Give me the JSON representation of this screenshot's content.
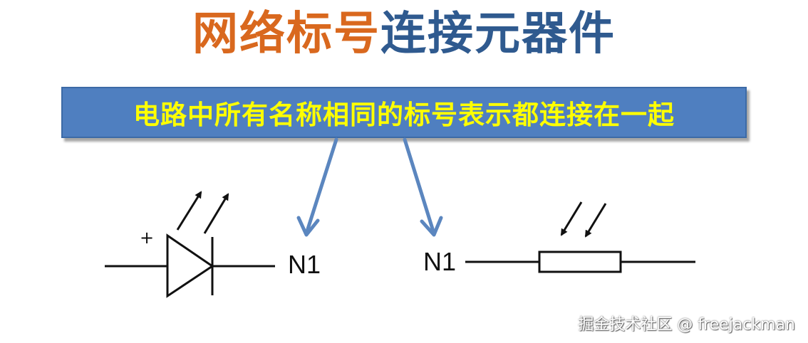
{
  "title": {
    "part1": "网络标号",
    "part2": "连接元器件"
  },
  "banner": {
    "text": "电路中所有名称相同的标号表示都连接在一起"
  },
  "left_component": {
    "polarity": "+",
    "net_label": "N1"
  },
  "right_component": {
    "net_label": "N1"
  },
  "watermark": "掘金技术社区 @ freejackman",
  "colors": {
    "title_orange": "#d9681e",
    "title_blue": "#2f5a8f",
    "banner_fill": "#4f7fc0",
    "banner_text": "#ffff00",
    "arrow_blue": "#5b86bf",
    "line": "#111111"
  }
}
